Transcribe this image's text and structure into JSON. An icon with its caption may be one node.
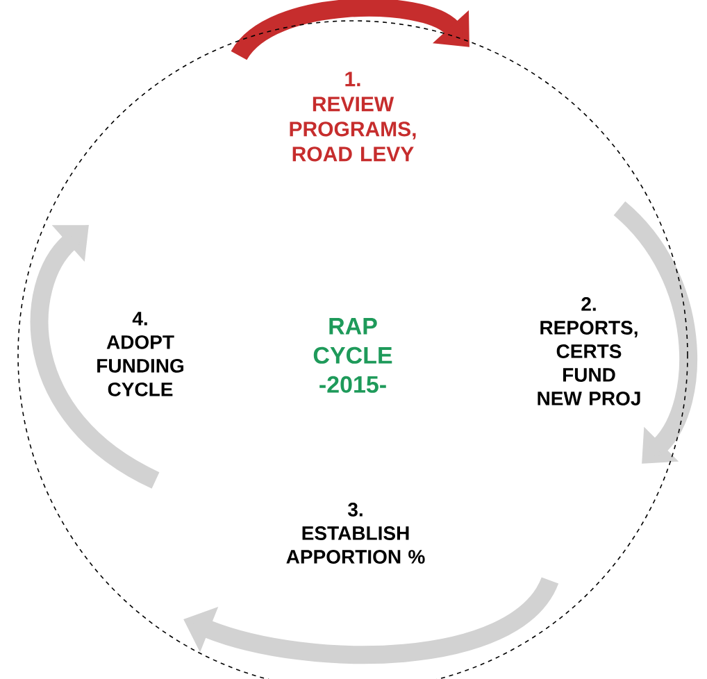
{
  "diagram": {
    "nodes": [
      {
        "text": [
          "RAP CYCLE -2015-"
        ]
      },
      {
        "text": [
          "1.",
          "REVIEW PROGRAMS, ROAD LEVY"
        ],
        "in": 0
      },
      {
        "text": [
          "2.",
          "REPORTS, CERTS FUND NEW PROJ"
        ],
        "in": 0
      },
      {
        "text": [
          "3.",
          "ESTABLISH APPORTION %"
        ],
        "in": 0
      },
      {
        "text": [
          "4.",
          "ADOPT FUNDING CYCLE"
        ],
        "in": 0
      }
    ]
  }
}
